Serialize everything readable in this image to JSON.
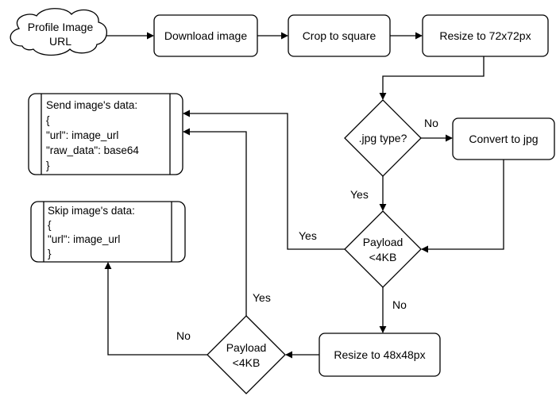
{
  "colors": {
    "stroke": "#000000",
    "fill": "#ffffff",
    "text": "#000000"
  },
  "nodes": {
    "profile_url": {
      "line1": "Profile Image",
      "line2": "URL"
    },
    "download": {
      "label": "Download image"
    },
    "crop": {
      "label": "Crop to square"
    },
    "resize72": {
      "label": "Resize to 72x72px"
    },
    "jpg_check": {
      "label": ".jpg type?"
    },
    "convert": {
      "label": "Convert to jpg"
    },
    "payload1": {
      "line1": "Payload",
      "line2": "<4KB"
    },
    "resize48": {
      "label": "Resize to 48x48px"
    },
    "payload2": {
      "line1": "Payload",
      "line2": "<4KB"
    },
    "send": {
      "lines": [
        "Send image's data:",
        "{",
        "\"url\": image_url",
        "\"raw_data\": base64",
        "}"
      ]
    },
    "skip": {
      "lines": [
        "Skip image's data:",
        "{",
        "\"url\": image_url",
        "}"
      ]
    }
  },
  "edges": {
    "jpg_no": "No",
    "jpg_yes": "Yes",
    "payload1_yes": "Yes",
    "payload1_no": "No",
    "payload2_yes": "Yes",
    "payload2_no": "No"
  }
}
